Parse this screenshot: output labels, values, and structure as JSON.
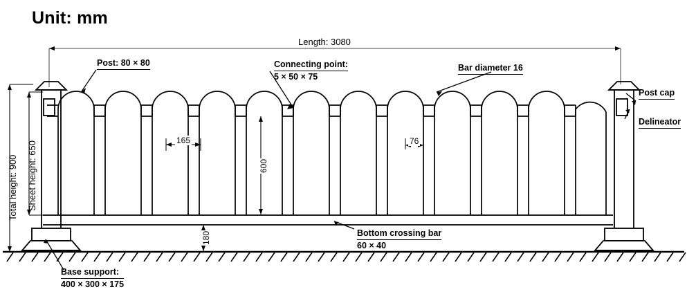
{
  "drawing": {
    "unit_note": "Unit: mm",
    "overall_length_label": "Length: 3080",
    "callouts": {
      "post": {
        "line1": "Post: 80 × 80"
      },
      "connecting_point": {
        "line1": "Connecting point:",
        "line2": "5 × 50 × 75"
      },
      "bar_diameter": {
        "line1": "Bar diameter 16"
      },
      "post_cap": {
        "line1": "Post cap"
      },
      "delineator": {
        "line1": "Delineator"
      },
      "bottom_crossing_bar": {
        "line1": "Bottom crossing bar",
        "line2": "60 × 40"
      },
      "base_support": {
        "line1": "Base support:",
        "line2": "400 × 300 × 175"
      }
    },
    "dimensions": {
      "total_height": "Total height: 900",
      "sheet_height": "Sheet height: 650",
      "bar_spacing": "165",
      "bar_height": "600",
      "bar_width": "76",
      "ground_clearance": "180"
    },
    "colors": {
      "line": "#000000",
      "thin_line": "#333333",
      "background": "#ffffff"
    }
  }
}
